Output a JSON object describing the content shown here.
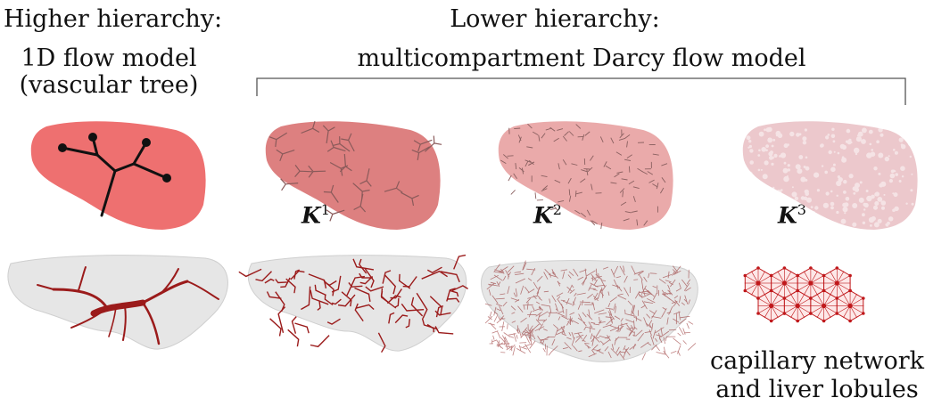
{
  "higher": {
    "title": "Higher hierarchy:",
    "subtitle": "1D flow model",
    "subsubtitle": "(vascular tree)"
  },
  "lower": {
    "title": "Lower hierarchy:",
    "subtitle": "multicompartment Darcy flow model"
  },
  "compartments": [
    {
      "symbol": "K",
      "index": "1"
    },
    {
      "symbol": "K",
      "index": "2"
    },
    {
      "symbol": "K",
      "index": "3"
    }
  ],
  "capillary_caption": [
    "capillary network",
    "and liver lobules"
  ],
  "colors": {
    "liver_1d": "#ee7070",
    "liver_k1": "#dd8080",
    "liver_k2": "#eaaaaa",
    "liver_k3": "#ecc8cc",
    "tree": "#111111",
    "vessel": "#9b1b1b",
    "mesh": "#e6e6e6",
    "lobule": "#c0181b"
  },
  "icons": [
    "liver-1d-icon",
    "liver-k1-icon",
    "liver-k2-icon",
    "liver-k3-icon",
    "vascular-tree-3d",
    "vessel-network-3d",
    "dense-network-3d",
    "lobule-hexagons"
  ]
}
